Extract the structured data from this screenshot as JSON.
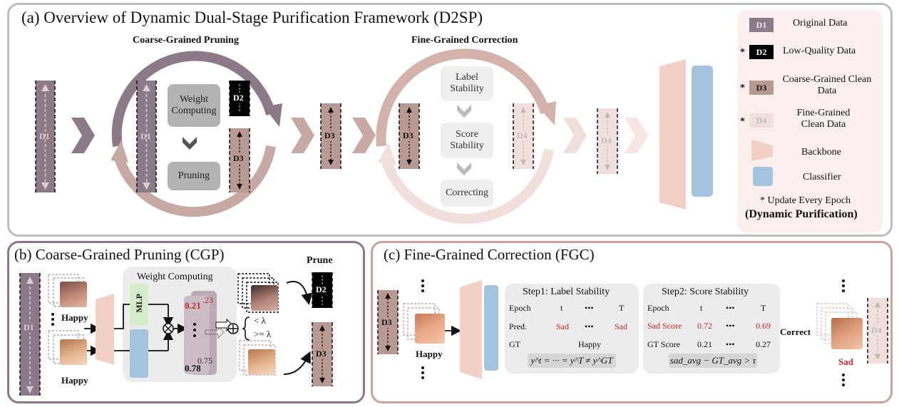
{
  "panel_a": {
    "title": "(a) Overview of Dynamic Dual-Stage Purification Framework (D2SP)",
    "coarse_title": "Coarse-Grained Pruning",
    "fine_title": "Fine-Grained Correction",
    "weight_computing": "Weight Computing",
    "pruning": "Pruning",
    "label_stability": "Label Stability",
    "score_stability": "Score Stability",
    "correcting": "Correcting"
  },
  "blocks": {
    "d1": "D1",
    "d2": "D2",
    "d3": "D3",
    "d4": "D4"
  },
  "legend": {
    "items": [
      {
        "tag": "D1",
        "label": "Original Data",
        "star": ""
      },
      {
        "tag": "D2",
        "label": "Low-Quality Data",
        "star": "*"
      },
      {
        "tag": "D3",
        "label": "Coarse-Grained Clean Data",
        "star": "*"
      },
      {
        "tag": "D4",
        "label": "Fine-Grained Clean Data",
        "star": "*"
      },
      {
        "tag": "",
        "label": "Backbone",
        "star": ""
      },
      {
        "tag": "",
        "label": "Classifier",
        "star": ""
      }
    ],
    "note": "* Update Every Epoch",
    "note_bold": "(Dynamic Purification)"
  },
  "panel_b": {
    "title": "(b) Coarse-Grained Pruning (CGP)",
    "weight_computing": "Weight Computing",
    "mlp": "MLP",
    "happy1": "Happy",
    "happy2": "Happy",
    "w1": "0.21",
    "w1_behind": ".23",
    "w2": "0.78",
    "w2_behind": "0.75",
    "lt": "< λ",
    "ge": ">= λ",
    "prune": "Prune"
  },
  "panel_c": {
    "title": "(c) Fine-Grained Correction (FGC)",
    "happy": "Happy",
    "step1": {
      "title": "Step1: Label Stability",
      "row_epoch": [
        "Epoch",
        "t",
        "•••",
        "T"
      ],
      "row_pred": [
        "Pred.",
        "Sad",
        "•••",
        "Sad"
      ],
      "row_gt": [
        "GT",
        "Happy"
      ],
      "formula": "y^t = ··· = y^T ≠ y^GT"
    },
    "step2": {
      "title": "Step2: Score Stability",
      "row_epoch": [
        "Epoch",
        "t",
        "•••",
        "T"
      ],
      "row_sad": [
        "Sad Score",
        "0.72",
        "•••",
        "0.69"
      ],
      "row_gt": [
        "GT Score",
        "0.21",
        "•••",
        "0.27"
      ],
      "formula": "sad_avg − GT_avg > τ"
    },
    "correct": "Correct",
    "sad": "Sad"
  },
  "colors": {
    "d1": "#8d7a89",
    "d2": "#000000",
    "d3": "#b89a93",
    "d4": "#f1dfdb",
    "backbone": "#f2d0c6",
    "classifier": "#a3c3df",
    "mlp": "#d5ecc9",
    "red": "#c0282a"
  }
}
